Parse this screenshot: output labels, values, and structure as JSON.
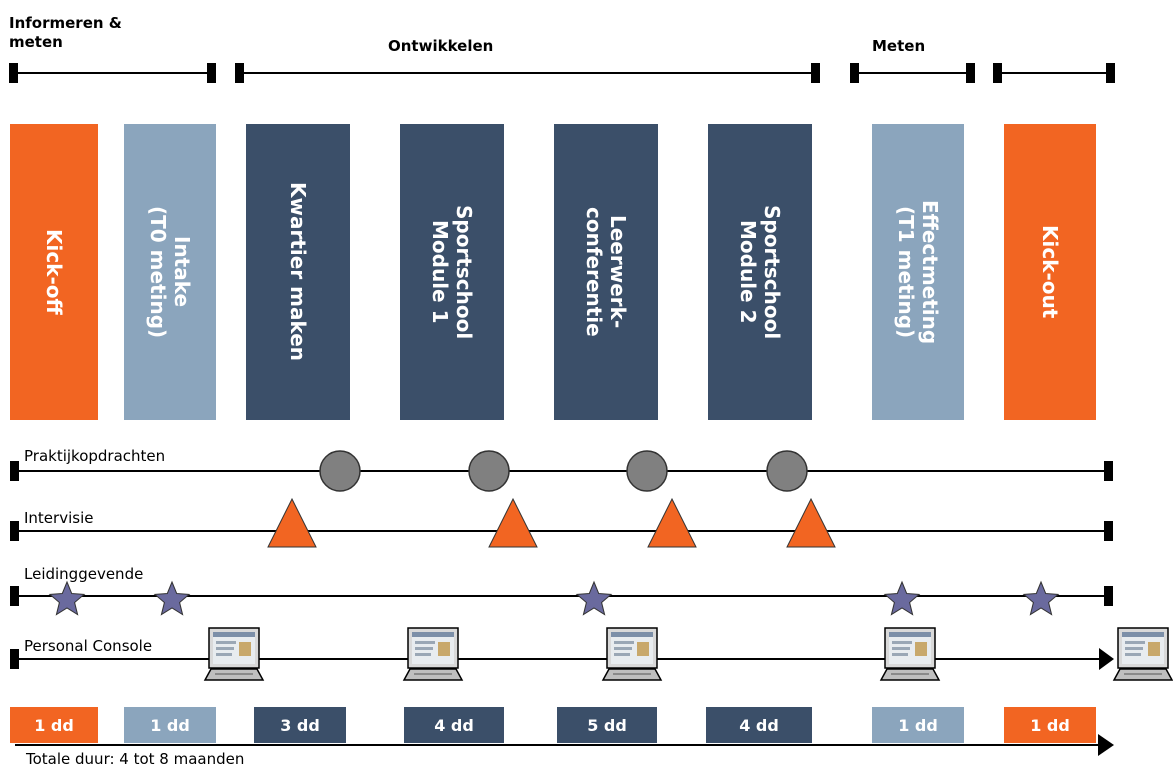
{
  "phases": [
    {
      "label": "Informeren &\nmeten"
    },
    {
      "label": "Ontwikkelen"
    },
    {
      "label": "Meten"
    }
  ],
  "pillars": [
    {
      "label": "Kick-off",
      "color": "#f26522"
    },
    {
      "label": "Intake\n(T0 meting)",
      "color": "#8ba5bd"
    },
    {
      "label": "Kwartier maken",
      "color": "#3b4f69"
    },
    {
      "label": "Sportschool\nModule 1",
      "color": "#3b4f69"
    },
    {
      "label": "Leerwerk-\nconferentie",
      "color": "#3b4f69"
    },
    {
      "label": "Sportschool\nModule 2",
      "color": "#3b4f69"
    },
    {
      "label": "Effectmeting\n(T1 meting)",
      "color": "#8ba5bd"
    },
    {
      "label": "Kick-out",
      "color": "#f26522"
    }
  ],
  "tracks": [
    {
      "label": "Praktijkopdrachten",
      "marker": "circle-icon",
      "color": "#808080"
    },
    {
      "label": "Intervisie",
      "marker": "triangle-icon",
      "color": "#f26522"
    },
    {
      "label": "Leidinggevende",
      "marker": "star-icon",
      "color": "#6a6a9e"
    },
    {
      "label": "Personal Console",
      "marker": "laptop-icon",
      "color": "#3b4f69"
    }
  ],
  "durations": [
    {
      "label": "1 dd",
      "color": "#f26522"
    },
    {
      "label": "1 dd",
      "color": "#8ba5bd"
    },
    {
      "label": "3 dd",
      "color": "#3b4f69"
    },
    {
      "label": "4 dd",
      "color": "#3b4f69"
    },
    {
      "label": "5 dd",
      "color": "#3b4f69"
    },
    {
      "label": "4 dd",
      "color": "#3b4f69"
    },
    {
      "label": "1 dd",
      "color": "#8ba5bd"
    },
    {
      "label": "1 dd",
      "color": "#f26522"
    }
  ],
  "total": "Totale duur: 4 tot 8 maanden"
}
